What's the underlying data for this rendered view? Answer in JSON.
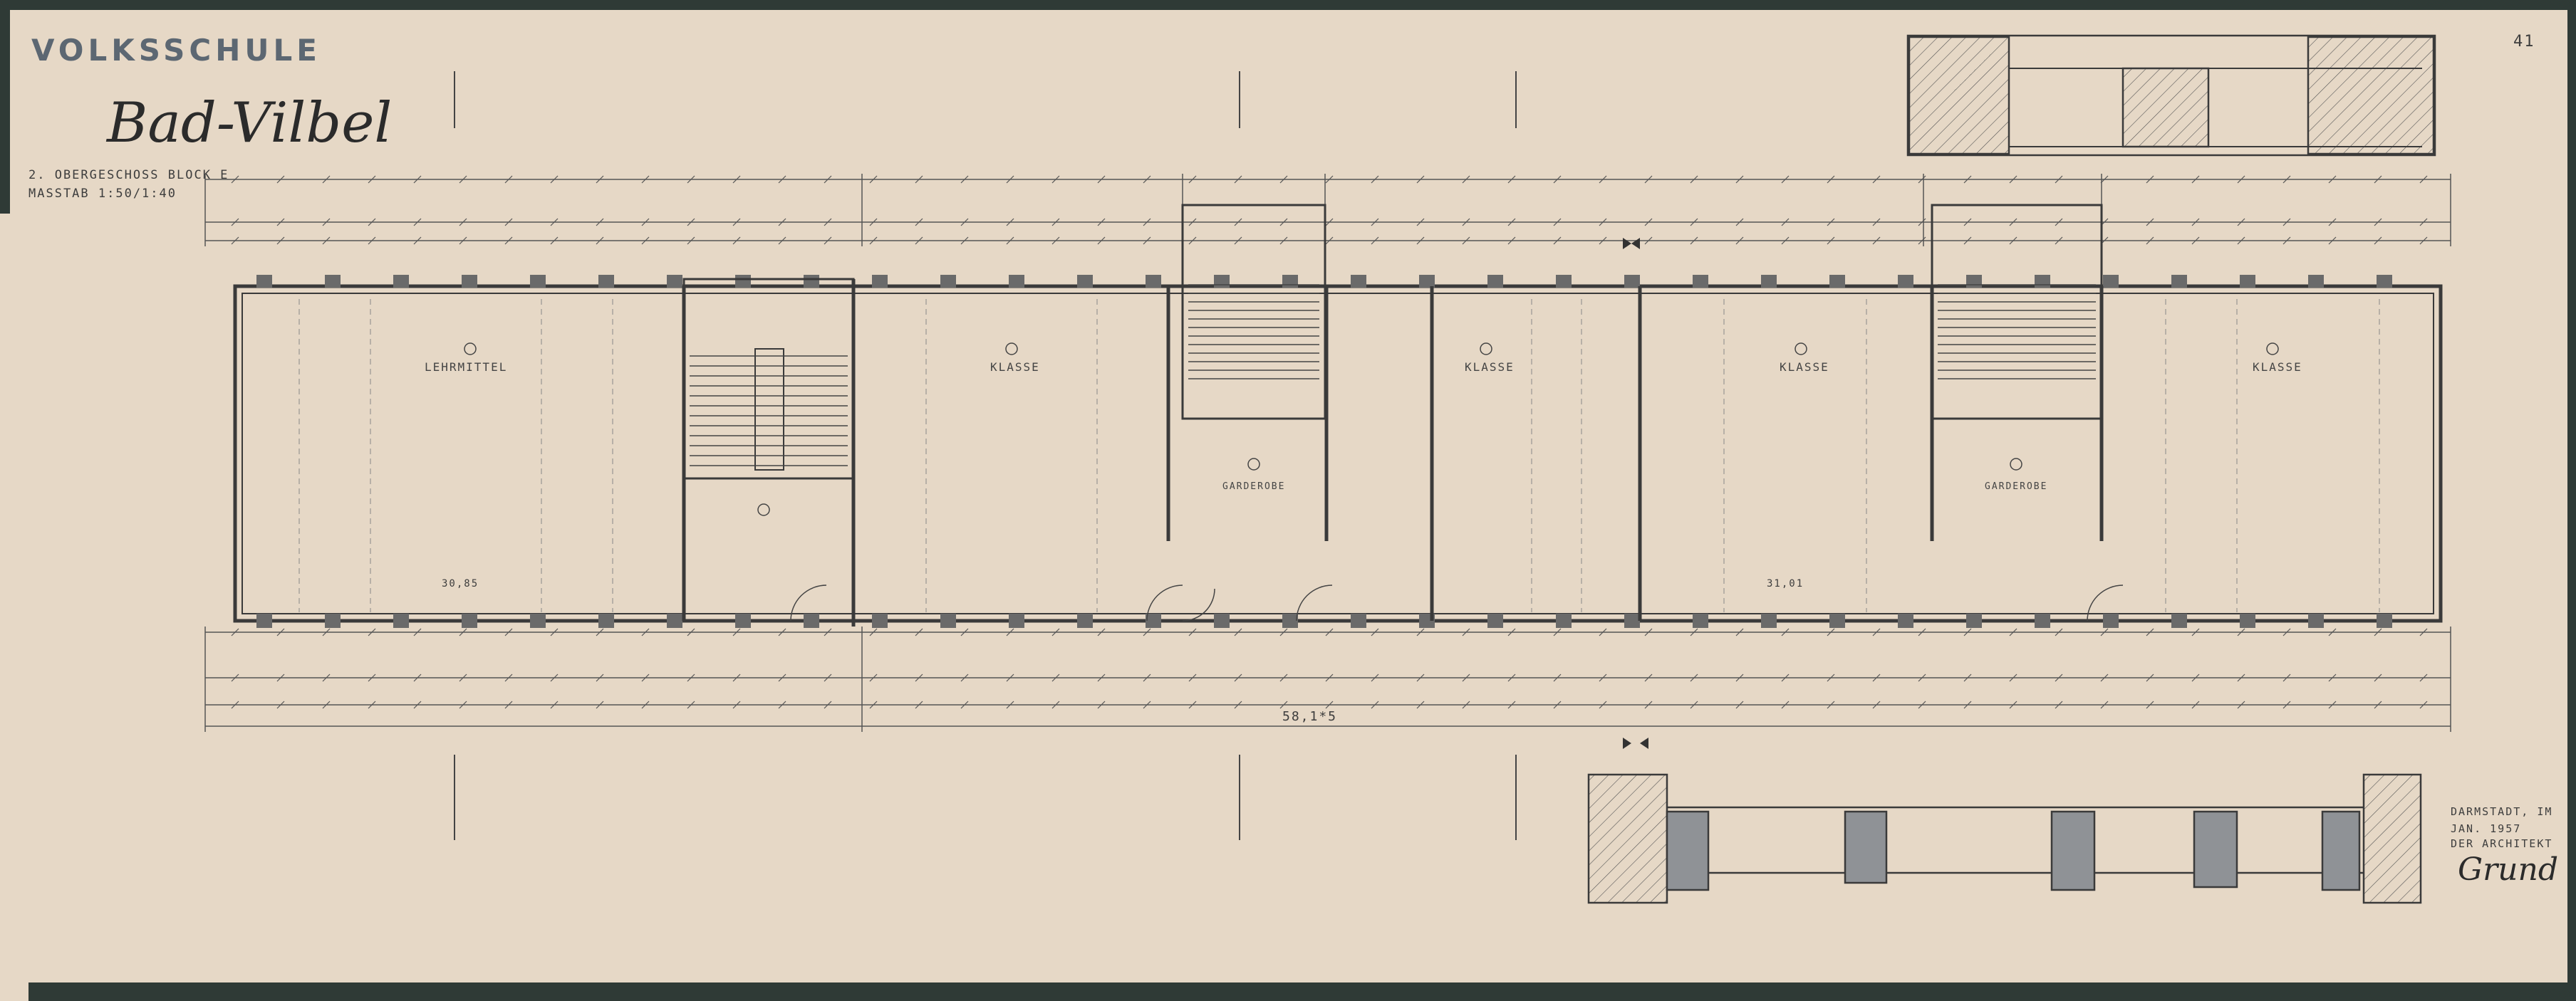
{
  "sheet": {
    "title": "VOLKSSCHULE",
    "place": "Bad-Vilbel",
    "floor": "2. OBERGESCHOSS   BLOCK E",
    "scale": "MASSTAB 1:50/1:40",
    "sheet_number": "41"
  },
  "rooms": [
    {
      "label": "LEHRMITTEL",
      "id": "room-lehrmittel"
    },
    {
      "label": "KLASSE",
      "id": "room-klasse-1"
    },
    {
      "label": "KLASSE",
      "id": "room-klasse-2"
    },
    {
      "label": "KLASSE",
      "id": "room-klasse-3"
    },
    {
      "label": "KLASSE",
      "id": "room-klasse-4"
    }
  ],
  "corridors": [
    {
      "label": "GARDEROBE"
    },
    {
      "label": "GARDEROBE"
    }
  ],
  "dimensions": {
    "overall": "58,1*5",
    "left_block": "30,85",
    "right_block": "31,01"
  },
  "signature": {
    "place_date": "DARMSTADT, IM JAN. 1957",
    "role": "DER ARCHITEKT",
    "name": "Grund"
  },
  "colors": {
    "paper": "#e6d8c6",
    "ink": "#3a3a3a",
    "border": "#2f3a36",
    "fill_grey": "#8f9296"
  }
}
